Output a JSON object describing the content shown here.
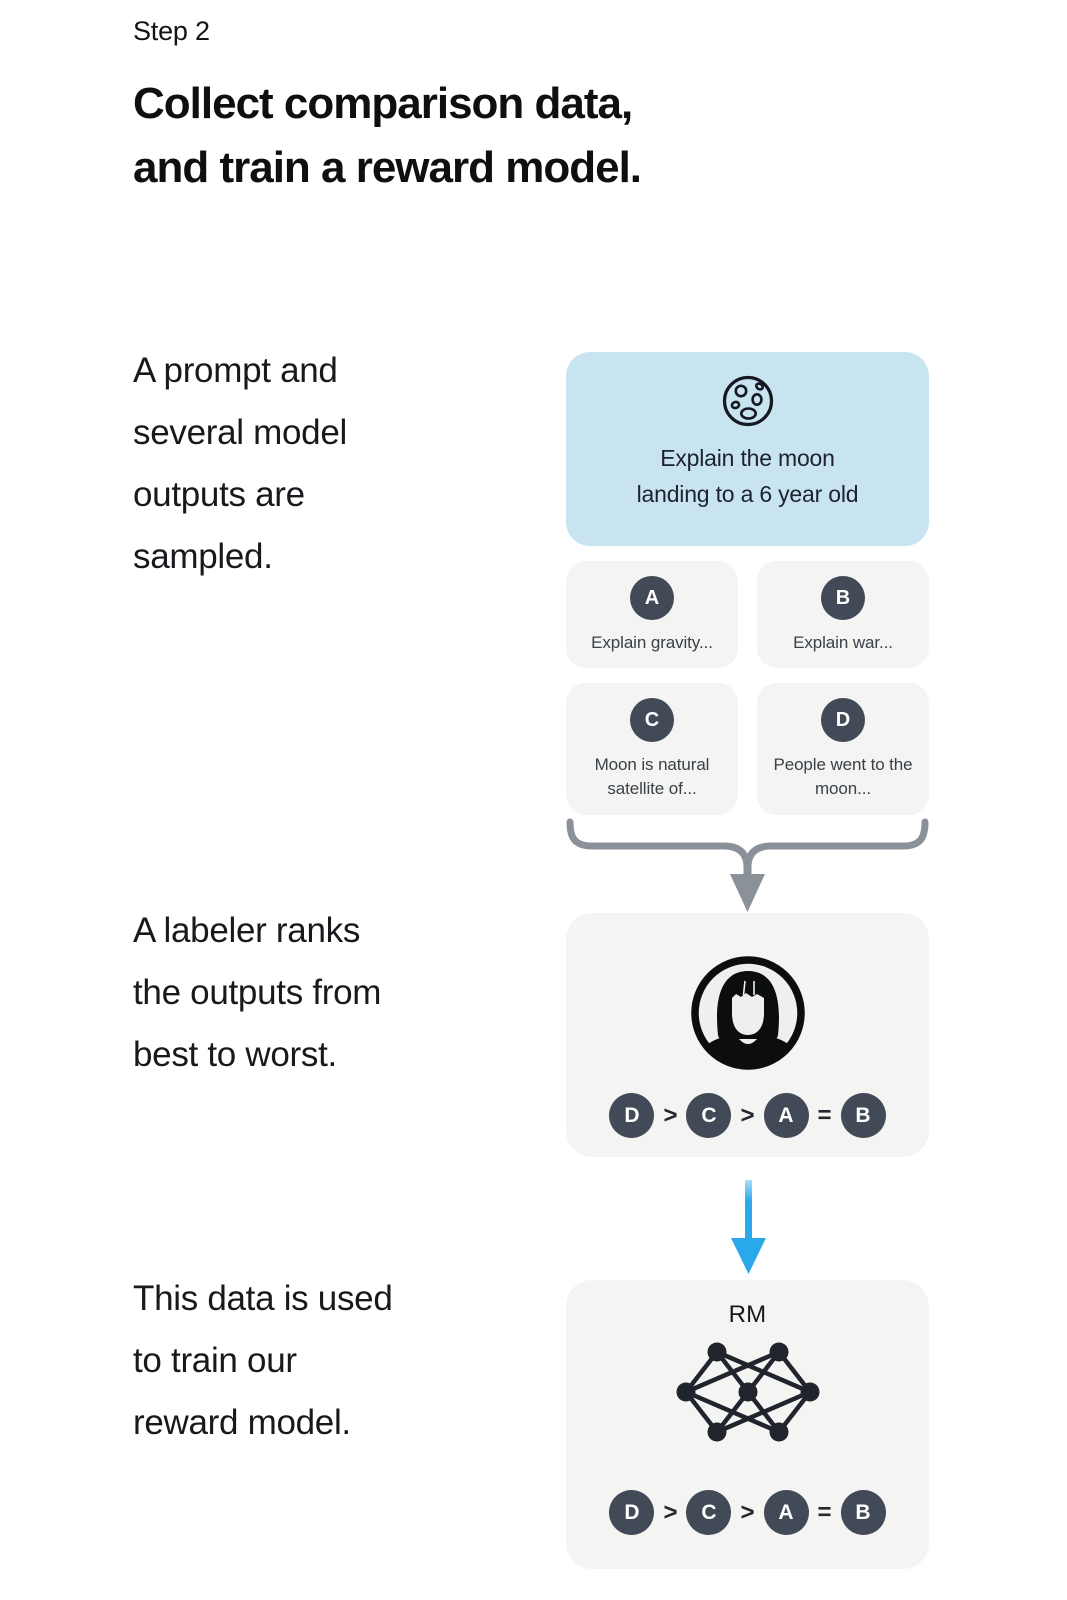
{
  "header": {
    "step": "Step 2",
    "title_line1": "Collect comparison data,",
    "title_line2": "and train a reward model."
  },
  "captions": [
    {
      "lines": [
        "A prompt and",
        "several model",
        "outputs are",
        "sampled."
      ]
    },
    {
      "lines": [
        "A labeler ranks",
        "the outputs from",
        "best to worst."
      ]
    },
    {
      "lines": [
        "This data is used",
        "to train our",
        "reward model."
      ]
    }
  ],
  "prompt_card": {
    "icon": "moon-icon",
    "line1": "Explain the moon",
    "line2": "landing to a 6 year old"
  },
  "outputs": [
    {
      "label": "A",
      "text": "Explain gravity..."
    },
    {
      "label": "B",
      "text": "Explain war..."
    },
    {
      "label": "C",
      "text": "Moon is natural satellite of..."
    },
    {
      "label": "D",
      "text": "People went to the moon..."
    }
  ],
  "ranking": {
    "r1": "D",
    "op1": ">",
    "r2": "C",
    "op2": ">",
    "r3": "A",
    "op3": "=",
    "r4": "B"
  },
  "reward_model": {
    "label": "RM"
  },
  "colors": {
    "prompt_bg": "#c8e4f1",
    "card_bg": "#f4f4f2",
    "badge": "#424957",
    "arrow_blue": "#29a9ea",
    "brace_gray": "#8b9199"
  }
}
